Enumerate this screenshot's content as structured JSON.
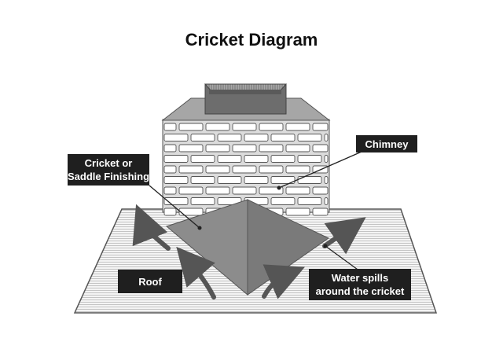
{
  "title": "Cricket Diagram",
  "labels": {
    "cricket": "Cricket or\nSaddle Finishing",
    "chimney": "Chimney",
    "roof": "Roof",
    "water": "Water spills\naround the cricket"
  },
  "colors": {
    "roof_fill": "#f2f2f2",
    "roof_stripe": "#c8c8c8",
    "chimney_face": "#d9d9d9",
    "brick": "#ffffff",
    "brick_stroke": "#555555",
    "cap_top": "#9e9e9e",
    "flue": "#6e6e6e",
    "cricket_left": "#8e8e8e",
    "cricket_right": "#777777",
    "arrow": "#555555",
    "label_bg": "#1f1f1f"
  }
}
